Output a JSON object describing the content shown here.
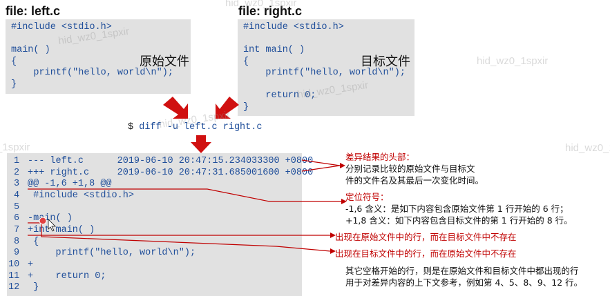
{
  "left_file": {
    "title": "file: left.c",
    "caption": "原始文件",
    "lines": [
      "#include <stdio.h>",
      "",
      "main( )",
      "{",
      "    printf(\"hello, world\\n\");",
      "}"
    ]
  },
  "right_file": {
    "title": "file: right.c",
    "caption": "目标文件",
    "lines": [
      "#include <stdio.h>",
      "",
      "int main( )",
      "{",
      "    printf(\"hello, world\\n\");",
      "",
      "    return 0;",
      "}"
    ]
  },
  "command": {
    "prompt": "$",
    "text": "diff -u left.c right.c"
  },
  "diff_output": [
    {
      "n": "1",
      "text": "--- left.c      2019-06-10 20:47:15.234033300 +0800"
    },
    {
      "n": "2",
      "text": "+++ right.c     2019-06-10 20:47:31.685001600 +0800"
    },
    {
      "n": "3",
      "text": "@@ -1,6 +1,8 @@"
    },
    {
      "n": "4",
      "text": " #include <stdio.h>"
    },
    {
      "n": "5",
      "text": ""
    },
    {
      "n": "6",
      "text": "-main( )"
    },
    {
      "n": "7",
      "text": "+int main( )"
    },
    {
      "n": "8",
      "text": " {"
    },
    {
      "n": "9",
      "text": "     printf(\"hello, world\\n\");"
    },
    {
      "n": "10",
      "text": "+"
    },
    {
      "n": "11",
      "text": "+    return 0;"
    },
    {
      "n": "12",
      "text": " }"
    }
  ],
  "annotations": {
    "header_title": "差异结果的头部：",
    "header_desc": "分别记录比较的原始文件与目标文\n件的文件名及其最后一次变化时间。",
    "locator_title": "定位符号：",
    "locator_desc": "-1,6 含义：是如下内容包含原始文件第 1 行开始的 6 行；\n+1,8 含义：如下内容包含目标文件的第 1 行开始的 8 行。",
    "minus_note": "出现在原始文件中的行，而在目标文件中不存在",
    "plus_note": "出现在目标文件中的行，而在原始文件中不存在",
    "context_note": "其它空格开始的行，则是在原始文件和目标文件中都出现的行\n用于对差异内容的上下文参考，例如第 4、5、8、9、12 行。"
  },
  "watermark": "hid_wz0_1spxir",
  "colors": {
    "code_text": "#1f4e9a",
    "box_bg": "#e1e1e1",
    "accent_red": "#c00000",
    "arrow_red": "#d01010"
  }
}
